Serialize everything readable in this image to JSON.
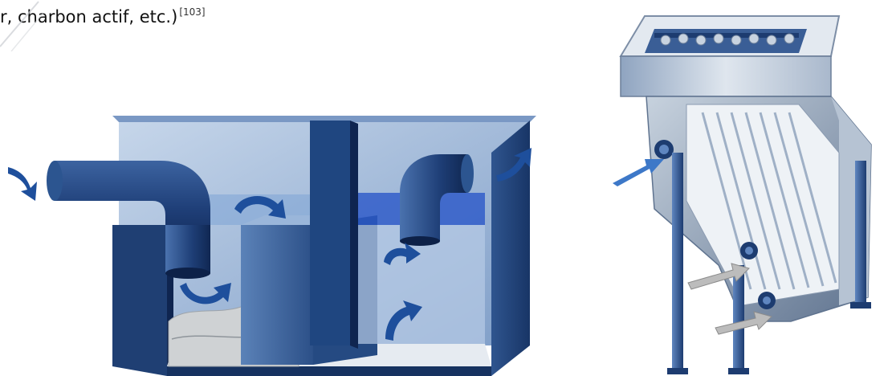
{
  "caption": {
    "text": "r, charbon actif, etc.)",
    "reference": "[103]"
  },
  "figures": [
    {
      "icon": "separator-tank-illustration"
    },
    {
      "icon": "lamella-settler-illustration"
    }
  ],
  "colors": {
    "tank_blue_dark": "#1f3f73",
    "tank_blue_mid": "#3f6aa8",
    "tank_blue_light": "#9fbde0",
    "water_blue": "#2a58c8",
    "steel_light": "#d8e0ea",
    "steel_dark": "#5f738f",
    "sludge_gray": "#cfd2d4"
  }
}
